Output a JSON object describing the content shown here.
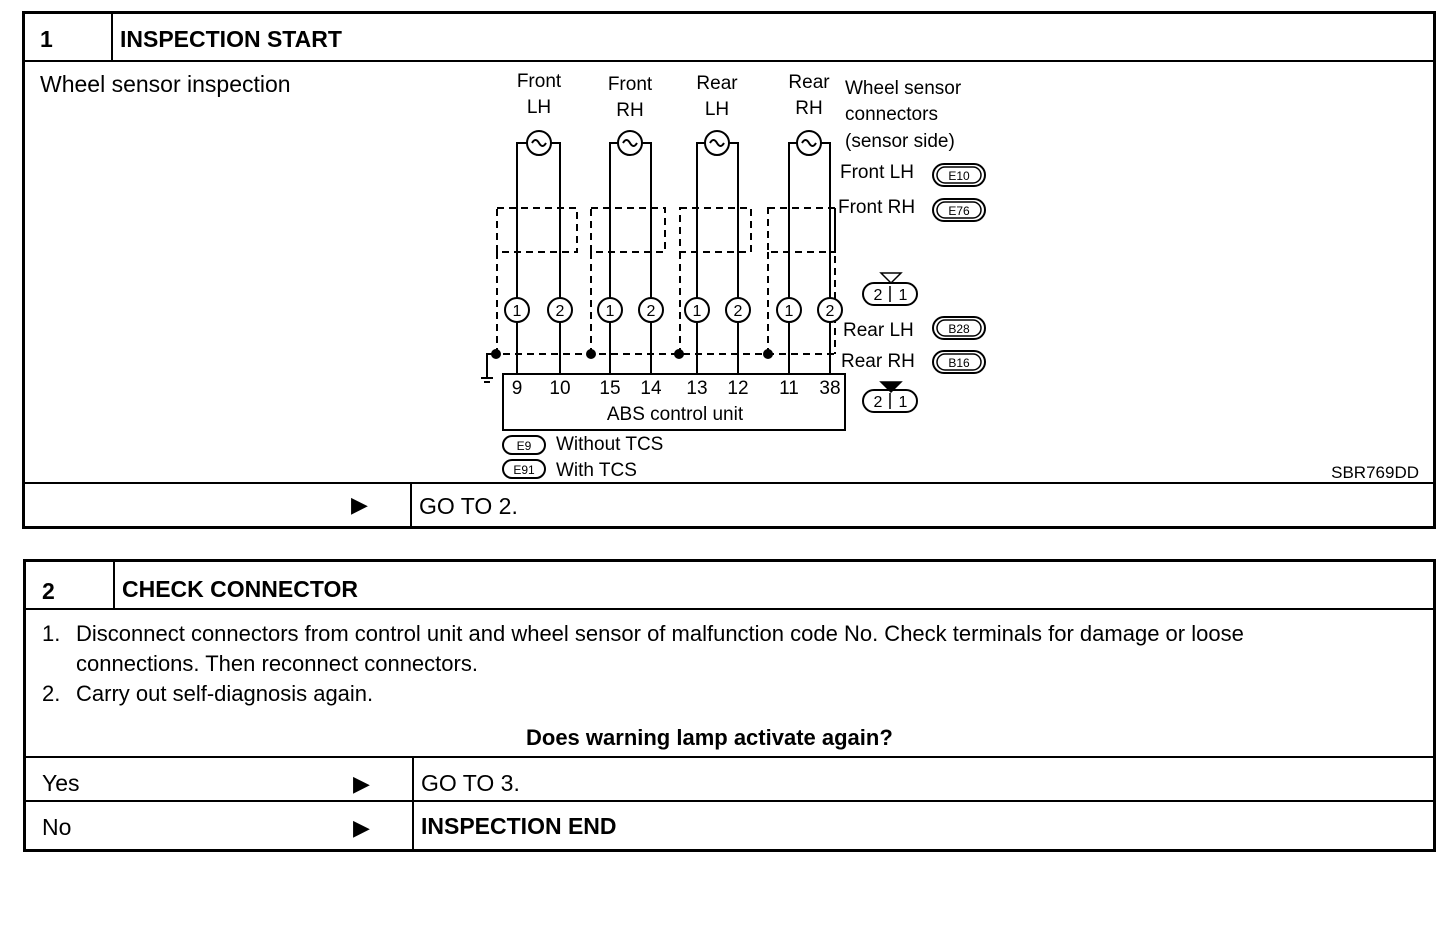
{
  "step1": {
    "number": "1",
    "title": "INSPECTION START",
    "subtitle": "Wheel sensor inspection",
    "result": "GO TO 2."
  },
  "diagram": {
    "sensors": [
      {
        "line1": "Front",
        "line2": "LH"
      },
      {
        "line1": "Front",
        "line2": "RH"
      },
      {
        "line1": "Rear",
        "line2": "LH"
      },
      {
        "line1": "Rear",
        "line2": "RH"
      }
    ],
    "connectors_title": [
      "Wheel sensor",
      "connectors",
      "(sensor side)"
    ],
    "connector_rows": [
      {
        "label": "Front LH",
        "code": "E10"
      },
      {
        "label": "Front RH",
        "code": "E76"
      },
      {
        "label": "Rear LH",
        "code": "B28"
      },
      {
        "label": "Rear RH",
        "code": "B16"
      }
    ],
    "pin_labels": [
      "1",
      "2"
    ],
    "connector_pins": [
      "2",
      "1"
    ],
    "terminals": [
      "9",
      "10",
      "15",
      "14",
      "13",
      "12",
      "11",
      "38"
    ],
    "control_unit": "ABS control unit",
    "unit_connectors": [
      {
        "code": "E9",
        "label": "Without TCS"
      },
      {
        "code": "E91",
        "label": "With TCS"
      }
    ],
    "figure_id": "SBR769DD"
  },
  "step2": {
    "number": "2",
    "title": "CHECK CONNECTOR",
    "items": [
      {
        "num": "1.",
        "text": "Disconnect connectors from control unit and wheel sensor of malfunction code No. Check terminals for damage or loose connections. Then reconnect connectors."
      },
      {
        "num": "2.",
        "text": "Carry out self-diagnosis again."
      }
    ],
    "question": "Does warning lamp activate again?",
    "answers": [
      {
        "label": "Yes",
        "result": "GO TO 3."
      },
      {
        "label": "No",
        "result": "INSPECTION END"
      }
    ]
  },
  "icons": {
    "arrow": "right-triangle-arrow-icon"
  }
}
